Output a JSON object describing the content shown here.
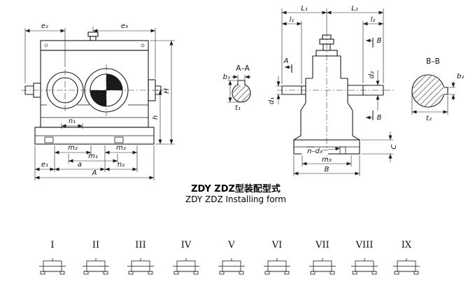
{
  "style": {
    "ink": "#1a1a1a",
    "background": "#ffffff"
  },
  "caption": {
    "line1": "ZDY ZDZ型装配型式",
    "line2": "ZDY ZDZ Installing form"
  },
  "front_view": {
    "e2": "e₂",
    "e3": "e₃",
    "H": "H",
    "h": "h",
    "n1": "n₁",
    "m2_left": "m₂",
    "m2_right": "m₂",
    "m1": "m₁",
    "e1": "e₁",
    "a": "a",
    "n2": "n₂",
    "A": "A"
  },
  "section_aa": {
    "title": "A–A",
    "b1": "b₁",
    "t1": "t₁"
  },
  "side_view": {
    "L1": "L₁",
    "L2": "L₂",
    "l1": "l₁",
    "l2": "l₂",
    "A_cut": "A",
    "B_cut_top": "B",
    "B_cut_bottom": "B",
    "d1": "d₁",
    "d2": "d₂",
    "C": "C",
    "n_d3": "n–d₃",
    "m3": "m₃",
    "B_bottom": "B"
  },
  "section_bb": {
    "title": "B–B",
    "b2": "b₂",
    "t2": "t₂"
  },
  "variants": {
    "labels": [
      "I",
      "II",
      "III",
      "IV",
      "V",
      "VI",
      "VII",
      "VIII",
      "IX"
    ]
  }
}
